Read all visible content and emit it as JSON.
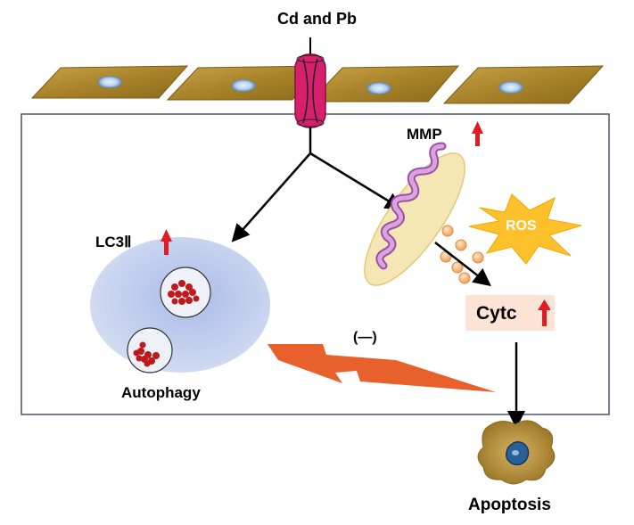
{
  "stimulus_label": "Cd and Pb",
  "mmp_label": "MMP",
  "lc3_label": "LC3Ⅱ",
  "ros_label": "ROS",
  "cytc_label": "Cytc",
  "inhibition_label": "(—)",
  "autophagy_label": "Autophagy",
  "apoptosis_label": "Apoptosis",
  "increase_icon": "red-up-arrow",
  "colors": {
    "cell_fill": "#b08a32",
    "nucleus": "#bcd7ef",
    "channel": "#d6206b",
    "autophagosome": "#b9c8ea",
    "cargo_dots": "#c0191c",
    "mitochondrion": "#f5e7b3",
    "cristae": "#c98ad0",
    "ros_burst": "#ffc12b",
    "cytc_box": "#fbe3d6",
    "lightning": "#e8602c",
    "increase_arrow": "#e01b22"
  }
}
